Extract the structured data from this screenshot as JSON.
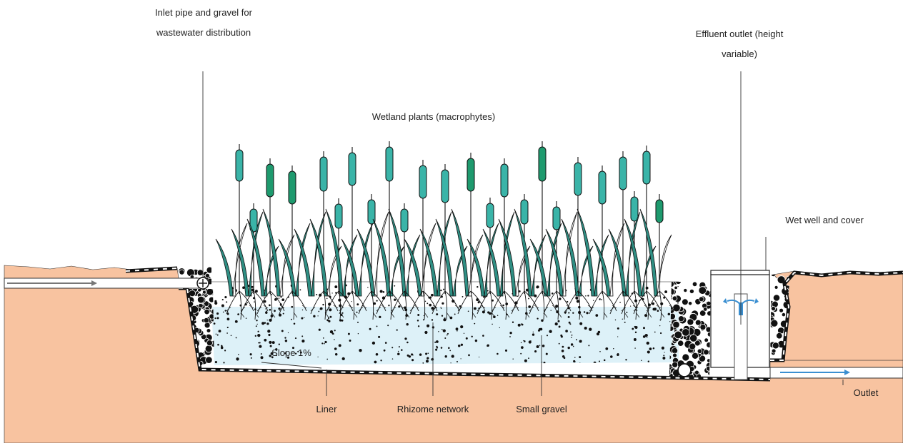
{
  "labels": {
    "inlet_line1": "Inlet pipe and gravel for",
    "inlet_line2": "wastewater distribution",
    "outlet_eff_line1": "Effluent outlet (height",
    "outlet_eff_line2": "variable)",
    "plants": "Wetland plants (macrophytes)",
    "wet_well": "Wet well and cover",
    "slope": "Slope 1%",
    "liner": "Liner",
    "rhizome": "Rhizome network",
    "gravel": "Small gravel",
    "outlet": "Outlet"
  },
  "colors": {
    "soil": "#f8c3a0",
    "water": "#ddf1f8",
    "cattail_teal": "#3ab4a8",
    "cattail_green": "#1e9a6e",
    "leaf": "#2f8f84",
    "flow_arrow": "#3a8fd1",
    "inlet_arrow": "#777777"
  }
}
